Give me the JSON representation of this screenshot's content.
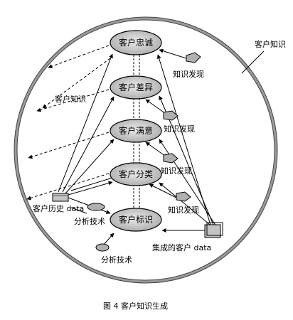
{
  "diagram": {
    "outer_label": "客户知识",
    "nodes": {
      "loyalty": "客户忠诚",
      "difference": "客户差异",
      "satisfaction": "客户满意",
      "classification": "客户分类",
      "identification": "客户标识"
    },
    "labels": {
      "knowledge_discovery": "知识发现",
      "customer_knowledge": "客户知识",
      "history_data": "客户历史 data",
      "analysis_tech": "分析技术",
      "integrated_data": "集成的客户 data"
    },
    "caption": "图 4  客户知识生成"
  }
}
